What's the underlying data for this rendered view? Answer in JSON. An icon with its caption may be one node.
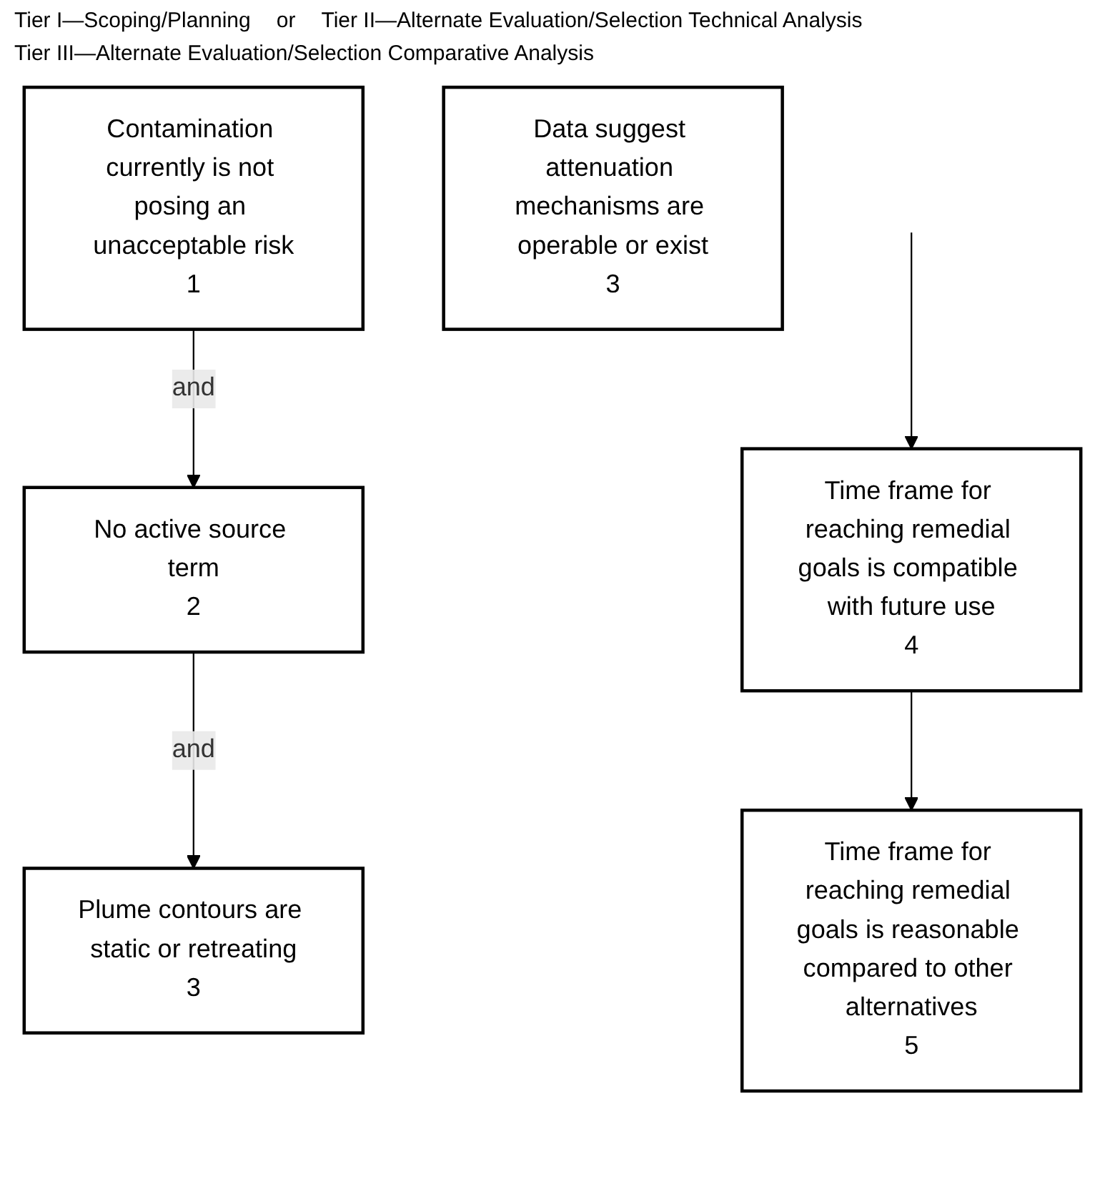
{
  "diagram": {
    "nodes": [
      {
        "text": [
          "Contamination currently is not posing an unacceptable risk",
          "1"
        ]
      },
      {
        "text": [
          "No active source term",
          "2"
        ]
      },
      {
        "text": [
          "Plume contours are static or retreating",
          "3"
        ]
      },
      {
        "text": [
          "Data suggest attenuation mechanisms are operable or exist",
          "3"
        ]
      },
      {
        "text": [
          "Time frame for reaching remedial goals is compatible with future use",
          "4"
        ]
      },
      {
        "text": [
          "Time frame for reaching remedial goals is reasonable compared to other alternatives",
          "5"
        ]
      }
    ],
    "edges": [
      {
        "from": 0,
        "to": 1,
        "arrow": "to",
        "label": "and"
      },
      {
        "from": 1,
        "to": 2,
        "arrow": "to",
        "label": "and"
      },
      {
        "from": null,
        "to": 4,
        "arrow": "to"
      },
      {
        "from": 4,
        "to": 5,
        "arrow": "to"
      }
    ],
    "labels": [
      "Tier I—Scoping/Planning",
      "or",
      "Tier II—Alternate Evaluation/Selection Technical Analysis",
      "Tier III—Alternate Evaluation/Selection Comparative Analysis"
    ]
  }
}
